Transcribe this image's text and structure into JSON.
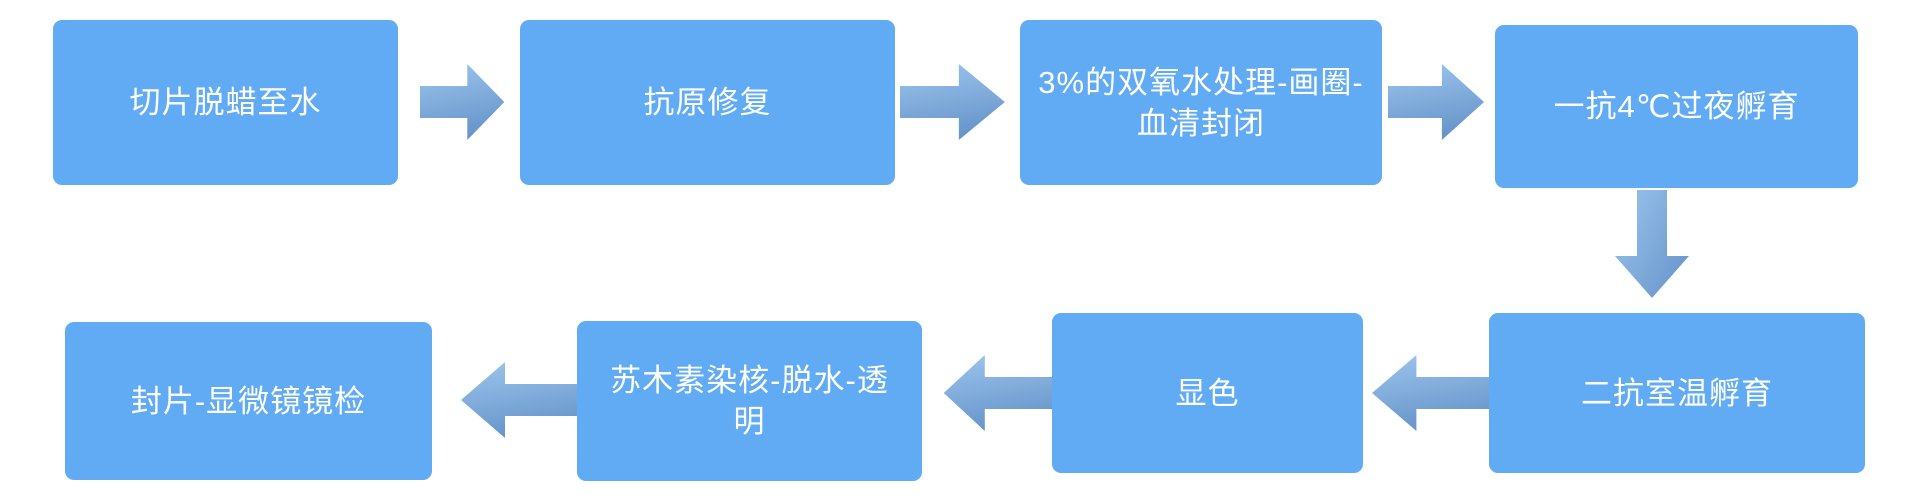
{
  "flowchart": {
    "description": "immunohistochemistry-staining-procedure-flowchart",
    "colors": {
      "node_fill": "#61ABF4",
      "text_color": "#ffffff",
      "arrow_gradient_light": "#9DC5EE",
      "arrow_gradient_dark": "#6896CB",
      "background": "#ffffff"
    },
    "nodes": [
      {
        "id": "step-1",
        "label": "切片脱蜡至水"
      },
      {
        "id": "step-2",
        "label": "抗原修复"
      },
      {
        "id": "step-3",
        "label": "3%的双氧水处理-画圈-\n血清封闭"
      },
      {
        "id": "step-4",
        "label": "一抗4℃过夜孵育"
      },
      {
        "id": "step-5",
        "label": "二抗室温孵育"
      },
      {
        "id": "step-6",
        "label": "显色"
      },
      {
        "id": "step-7",
        "label": "苏木素染核-脱水-透\n明"
      },
      {
        "id": "step-8",
        "label": "封片-显微镜镜检"
      }
    ],
    "connections": [
      {
        "from": "step-1",
        "to": "step-2",
        "direction": "right"
      },
      {
        "from": "step-2",
        "to": "step-3",
        "direction": "right"
      },
      {
        "from": "step-3",
        "to": "step-4",
        "direction": "right"
      },
      {
        "from": "step-4",
        "to": "step-5",
        "direction": "down"
      },
      {
        "from": "step-5",
        "to": "step-6",
        "direction": "left"
      },
      {
        "from": "step-6",
        "to": "step-7",
        "direction": "left"
      },
      {
        "from": "step-7",
        "to": "step-8",
        "direction": "left"
      }
    ]
  }
}
